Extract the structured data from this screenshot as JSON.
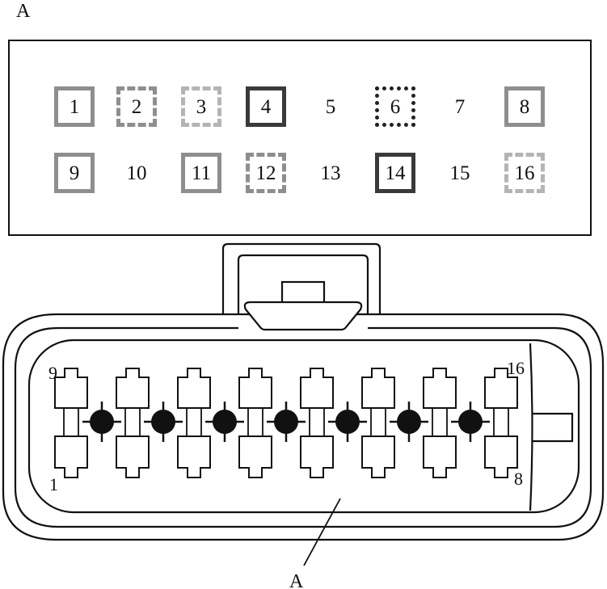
{
  "top_label": "A",
  "callout_label": "A",
  "pin_map": [
    {
      "num": "1",
      "style": "gray"
    },
    {
      "num": "2",
      "style": "gray-dashed"
    },
    {
      "num": "3",
      "style": "light-dashed"
    },
    {
      "num": "4",
      "style": "dark"
    },
    {
      "num": "5",
      "style": "none"
    },
    {
      "num": "6",
      "style": "black-dotted"
    },
    {
      "num": "7",
      "style": "none"
    },
    {
      "num": "8",
      "style": "gray"
    },
    {
      "num": "9",
      "style": "gray"
    },
    {
      "num": "10",
      "style": "none"
    },
    {
      "num": "11",
      "style": "gray"
    },
    {
      "num": "12",
      "style": "gray-dashed"
    },
    {
      "num": "13",
      "style": "none"
    },
    {
      "num": "14",
      "style": "dark"
    },
    {
      "num": "15",
      "style": "none"
    },
    {
      "num": "16",
      "style": "light-dashed"
    }
  ],
  "connector": {
    "corner_labels": {
      "top_left": "9",
      "top_right": "16",
      "bottom_left": "1",
      "bottom_right": "8"
    },
    "terminal_columns": 8,
    "latch_dots": 7
  },
  "colors": {
    "line": "#111111",
    "gray": "#8e8e8e",
    "dark": "#3a3a3a",
    "light": "#b4b4b4"
  }
}
